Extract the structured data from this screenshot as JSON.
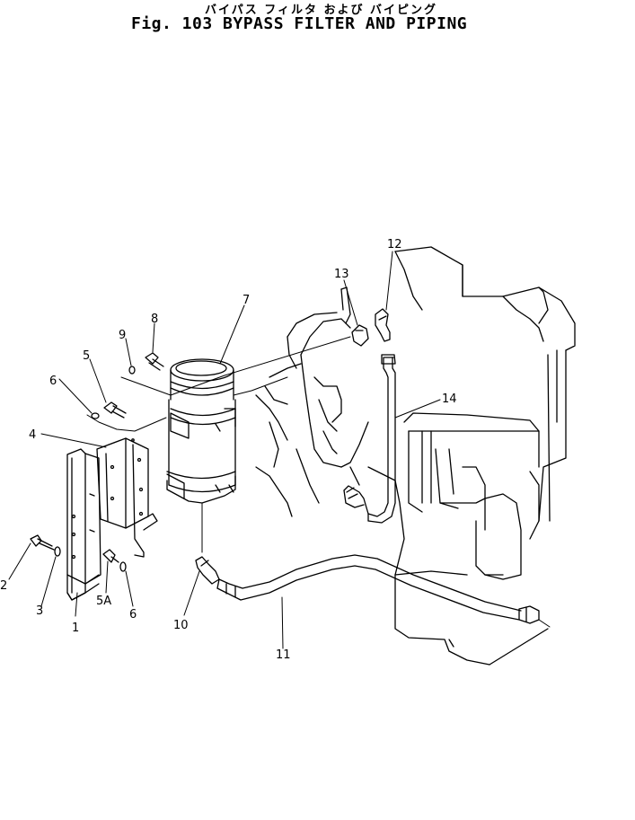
{
  "header": {
    "title_jp": "バイパス フィルタ および バイピング",
    "title_en": "Fig. 103 BYPASS FILTER AND PIPING"
  },
  "callouts": {
    "c1": "1",
    "c2": "2",
    "c3": "3",
    "c4": "4",
    "c5": "5",
    "c5a": "5A",
    "c6a": "6",
    "c6b": "6",
    "c7": "7",
    "c8": "8",
    "c9": "9",
    "c10": "10",
    "c11": "11",
    "c12": "12",
    "c13": "13",
    "c14": "14"
  }
}
